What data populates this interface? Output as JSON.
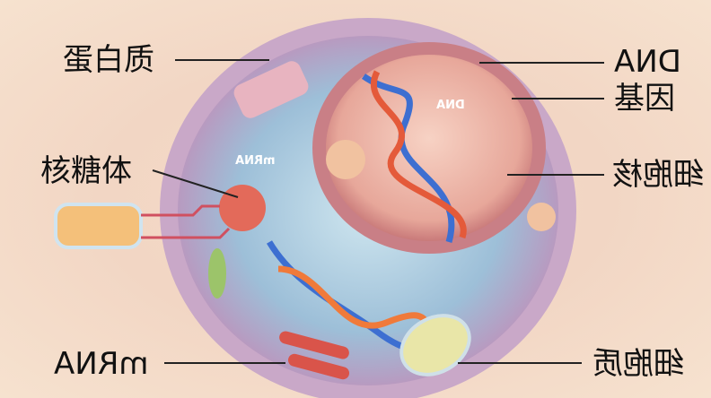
{
  "labels": {
    "protein": "蛋白质",
    "ribosome": "核糖体",
    "mrna": "mRNA",
    "dna": "DNA",
    "gene": "基因",
    "nucleus": "细胞核",
    "cytoplasm": "细胞质"
  },
  "inner_labels": {
    "dna": "DNA",
    "mrna": "mRNA"
  }
}
